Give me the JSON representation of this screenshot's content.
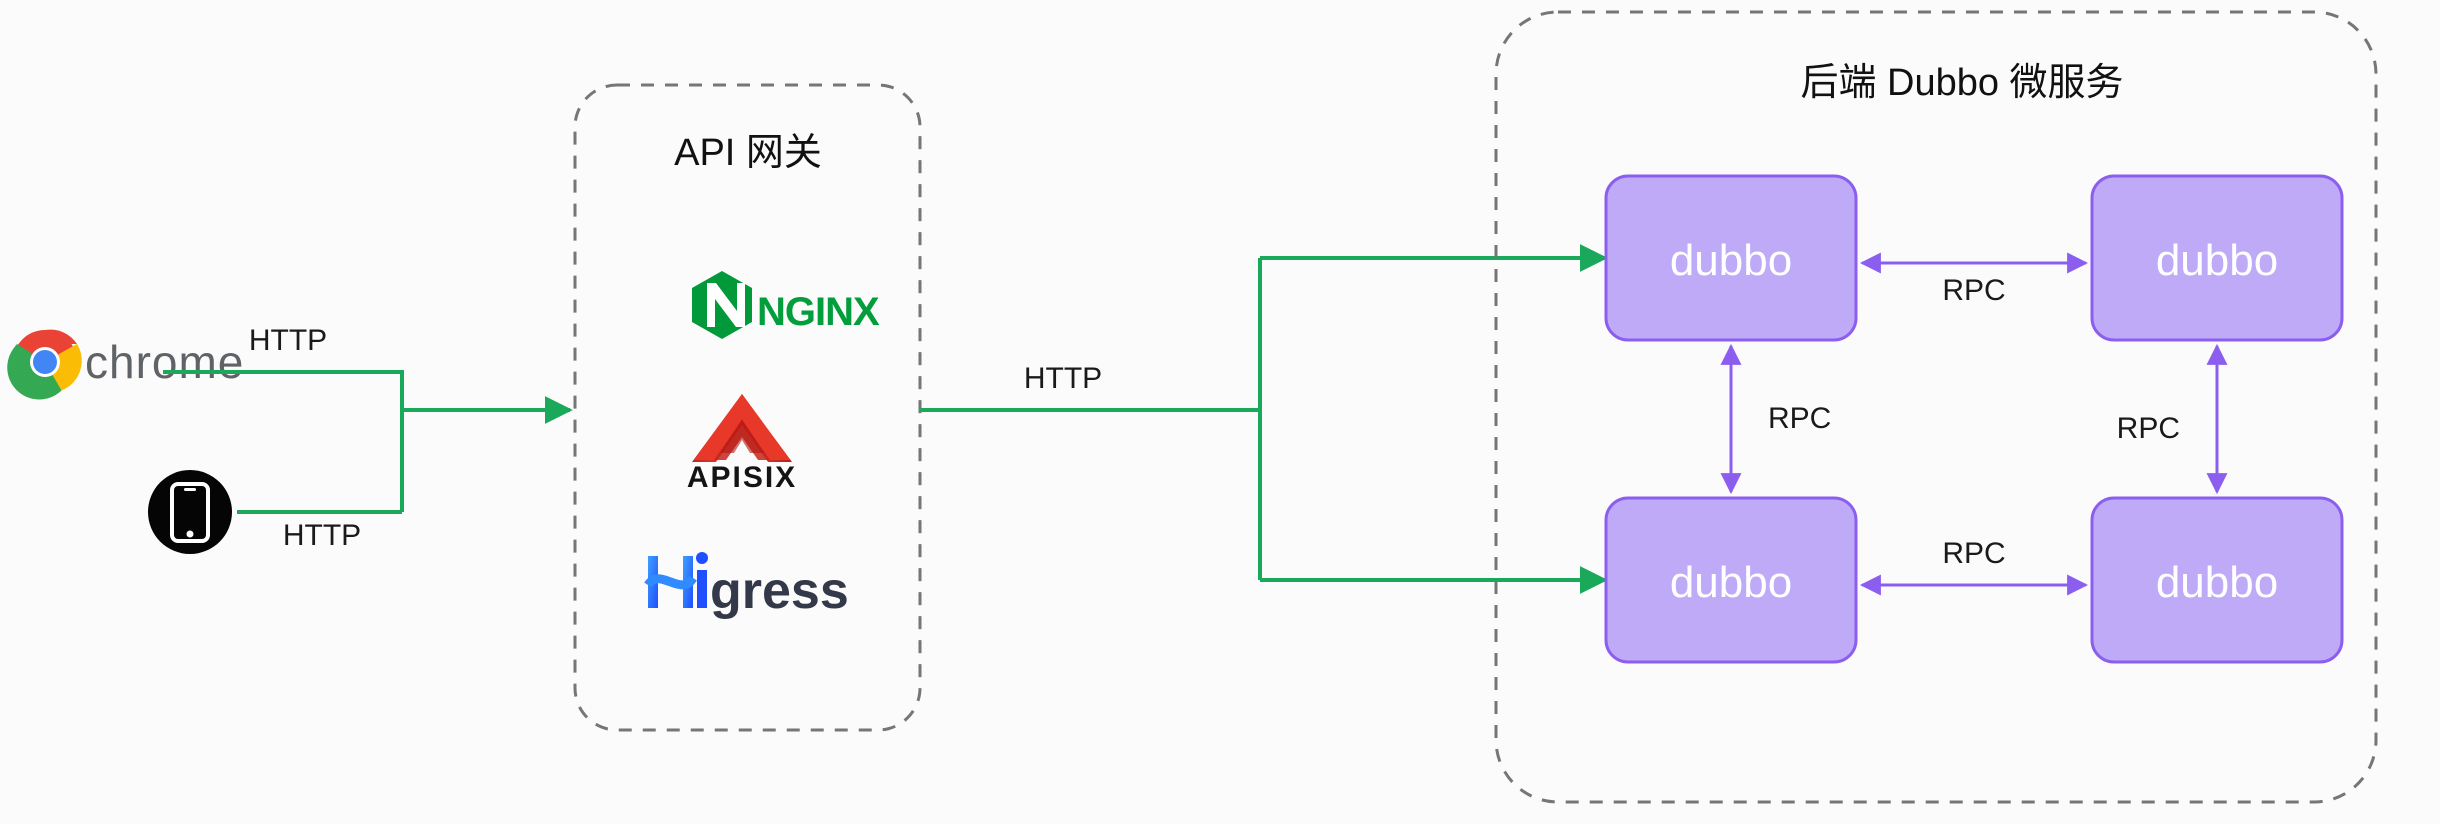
{
  "diagram": {
    "title": "API Gateway to Dubbo Microservices Architecture",
    "background": "#fbfbfb"
  },
  "colors": {
    "http_flow": "#1aa85a",
    "rpc_flow": "#8c5ef0",
    "node_fill": "#bfaaf7",
    "node_border": "#8c5ef0",
    "group_border": "#767676",
    "text": "#1a1a1a",
    "chrome_red": "#ea4335",
    "chrome_yellow": "#fbbc05",
    "chrome_green": "#34a853",
    "chrome_blue": "#4285f4",
    "nginx_green": "#029e3c",
    "apisix_red": "#e8382a",
    "higress_blue": "#1f6fff",
    "higress_dark": "#34394a"
  },
  "clients": [
    {
      "id": "chrome",
      "icon": "chrome-logo-icon",
      "label": "chrome",
      "protocol": "HTTP"
    },
    {
      "id": "mobile",
      "icon": "mobile-phone-icon",
      "label": "",
      "protocol": "HTTP"
    }
  ],
  "gateway": {
    "title": "API 网关",
    "products": [
      {
        "id": "nginx",
        "name": "NGINX",
        "icon": "nginx-logo-icon"
      },
      {
        "id": "apisix",
        "name": "APISIX",
        "icon": "apisix-logo-icon"
      },
      {
        "id": "higress",
        "name": "Higress",
        "icon": "higress-logo-icon",
        "name_part1": "Hi",
        "name_part2": "gress"
      }
    ]
  },
  "gateway_to_backend": {
    "protocol": "HTTP"
  },
  "backend": {
    "title": "后端 Dubbo 微服务",
    "nodes": [
      {
        "id": "dubbo-top-left",
        "label": "dubbo"
      },
      {
        "id": "dubbo-top-right",
        "label": "dubbo"
      },
      {
        "id": "dubbo-bottom-left",
        "label": "dubbo"
      },
      {
        "id": "dubbo-bottom-right",
        "label": "dubbo"
      }
    ],
    "links": [
      {
        "id": "rpc-top-horizontal",
        "label": "RPC",
        "from": "dubbo-top-left",
        "to": "dubbo-top-right",
        "direction": "bidirectional"
      },
      {
        "id": "rpc-left-vertical",
        "label": "RPC",
        "from": "dubbo-top-left",
        "to": "dubbo-bottom-left",
        "direction": "bidirectional"
      },
      {
        "id": "rpc-right-vertical",
        "label": "RPC",
        "from": "dubbo-top-right",
        "to": "dubbo-bottom-right",
        "direction": "bidirectional"
      },
      {
        "id": "rpc-bottom-horizontal",
        "label": "RPC",
        "from": "dubbo-bottom-left",
        "to": "dubbo-bottom-right",
        "direction": "bidirectional"
      }
    ]
  }
}
